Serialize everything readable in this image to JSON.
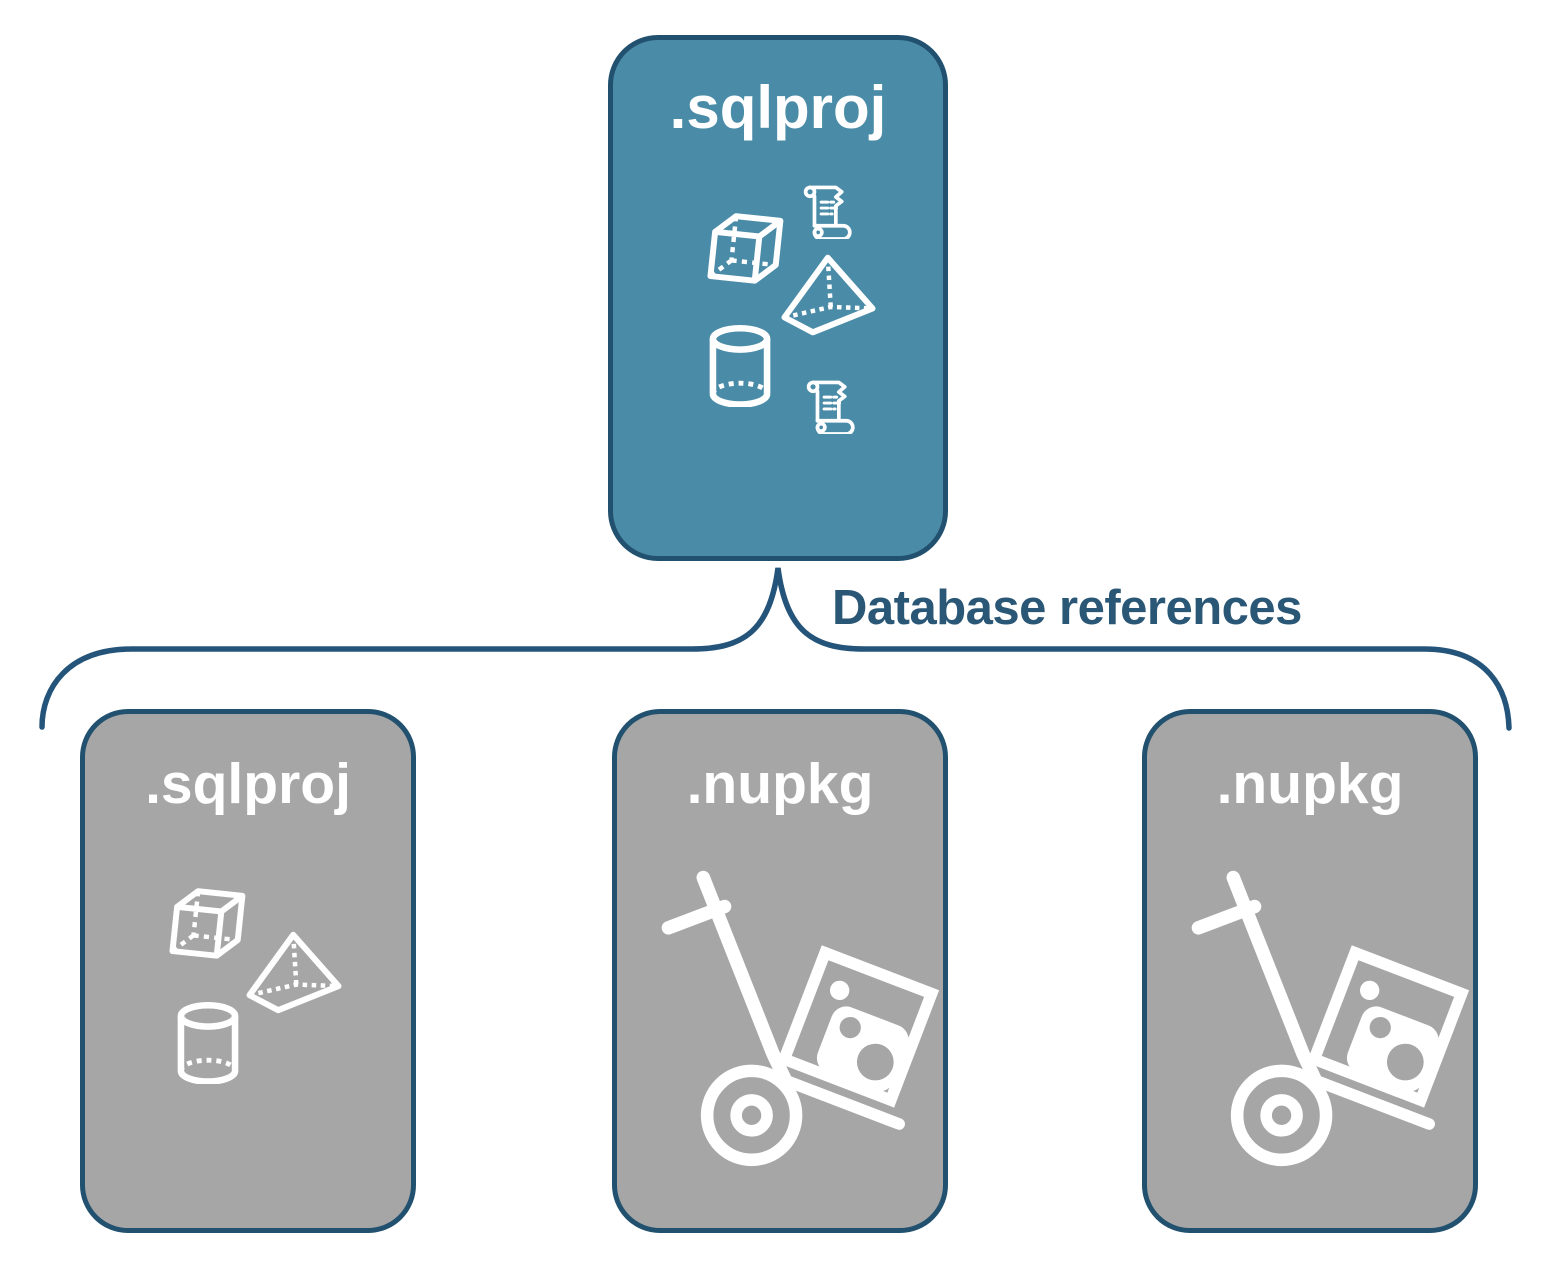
{
  "connector": {
    "label": "Database references"
  },
  "root": {
    "label": ".sqlproj",
    "icons": [
      "cube-icon",
      "scroll-icon",
      "pyramid-icon",
      "database-cylinder-icon",
      "scroll-icon"
    ]
  },
  "children": [
    {
      "label": ".sqlproj",
      "icons": [
        "cube-icon",
        "pyramid-icon",
        "database-cylinder-icon"
      ]
    },
    {
      "label": ".nupkg",
      "icons": [
        "nuget-handtruck-icon"
      ]
    },
    {
      "label": ".nupkg",
      "icons": [
        "nuget-handtruck-icon"
      ]
    }
  ],
  "colors": {
    "accent_blue": "#4A8CA8",
    "box_gray": "#A6A6A6",
    "outline_blue": "#21516F",
    "connector_blue": "#2B5777",
    "icon_white": "#FFFFFF"
  }
}
